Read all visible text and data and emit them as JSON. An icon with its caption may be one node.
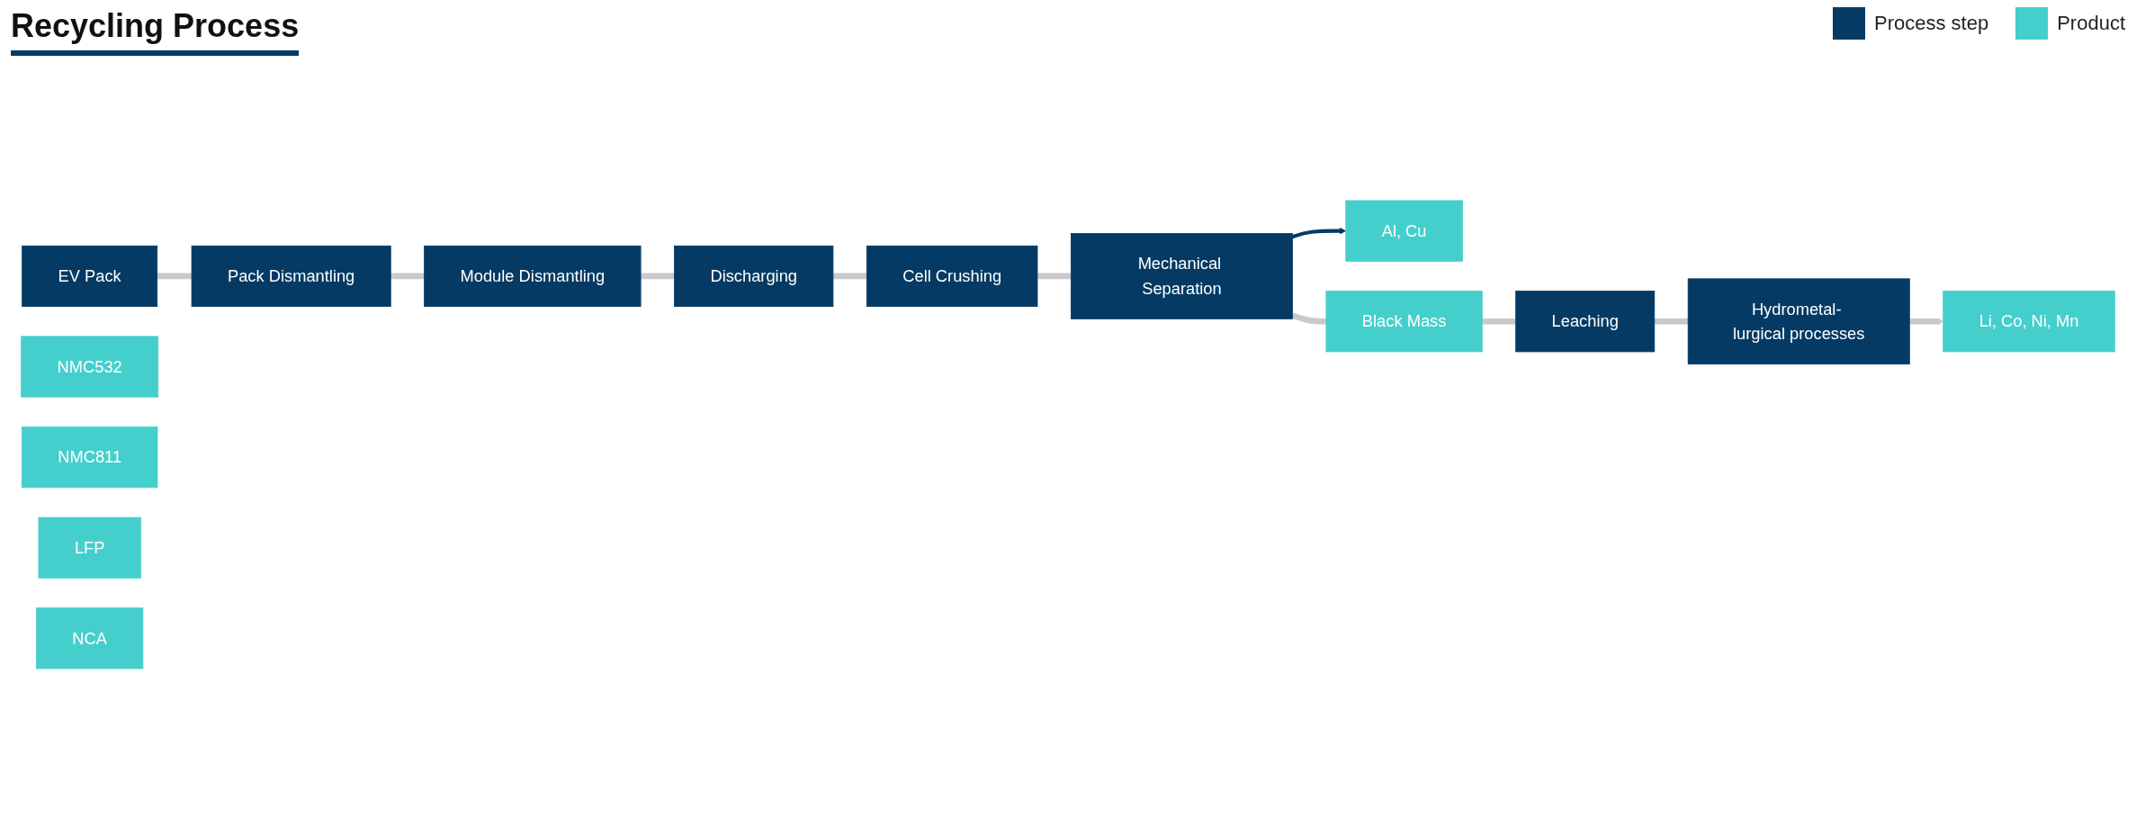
{
  "diagram": {
    "title": "Recycling Process",
    "nodes": [
      {
        "text": [
          "EV Pack"
        ]
      },
      {
        "text": [
          "Pack Dismantling"
        ]
      },
      {
        "text": [
          "Module Dismantling"
        ]
      },
      {
        "text": [
          "Discharging"
        ]
      },
      {
        "text": [
          "Cell Crushing"
        ]
      },
      {
        "text": [
          "Mechanical Separation"
        ]
      },
      {
        "text": [
          "Al, Cu"
        ]
      },
      {
        "text": [
          "Black Mass"
        ]
      },
      {
        "text": [
          "Leaching"
        ]
      },
      {
        "text": [
          "Hydrometal- lurgical processes"
        ]
      },
      {
        "text": [
          "Li, Co, Ni, Mn"
        ]
      },
      {
        "text": [
          "NMC532"
        ]
      },
      {
        "text": [
          "NMC811"
        ]
      },
      {
        "text": [
          "LFP"
        ]
      },
      {
        "text": [
          "NCA"
        ]
      }
    ],
    "edges": [
      {
        "from": 0,
        "to": 1,
        "arrow": "none"
      },
      {
        "from": 1,
        "to": 2,
        "arrow": "none"
      },
      {
        "from": 2,
        "to": 3,
        "arrow": "none"
      },
      {
        "from": 3,
        "to": 4,
        "arrow": "none"
      },
      {
        "from": 4,
        "to": 5,
        "arrow": "none"
      },
      {
        "from": 5,
        "to": 6,
        "arrow": "to",
        "color": "#043a63"
      },
      {
        "from": 5,
        "to": 7,
        "arrow": "none"
      },
      {
        "from": 7,
        "to": 8,
        "arrow": "none"
      },
      {
        "from": 8,
        "to": 9,
        "arrow": "none"
      },
      {
        "from": 9,
        "to": 10,
        "arrow": "to"
      }
    ],
    "legend": [
      {
        "text": "Process step",
        "color": "#043a63"
      },
      {
        "text": "Product",
        "color": "#45cfcc"
      }
    ]
  }
}
